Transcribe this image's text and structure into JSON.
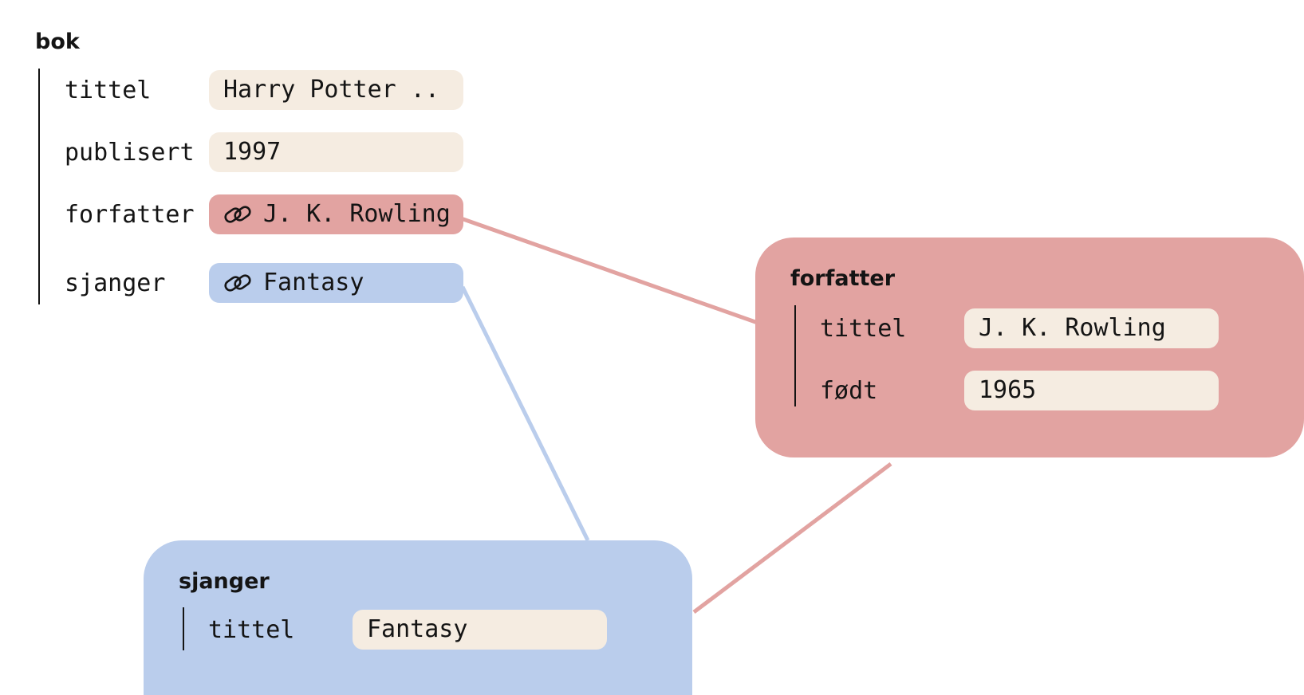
{
  "colors": {
    "field": "#f5ece1",
    "author_accent": "#e2a3a1",
    "genre_accent": "#bacdec",
    "text": "#141414"
  },
  "book": {
    "title": "bok",
    "fields": [
      {
        "label": "tittel",
        "value": "Harry Potter .."
      },
      {
        "label": "publisert",
        "value": "1997"
      },
      {
        "label": "forfatter",
        "value": "J. K. Rowling",
        "icon": "link-icon"
      },
      {
        "label": "sjanger",
        "value": "Fantasy",
        "icon": "link-icon"
      }
    ]
  },
  "author": {
    "title": "forfatter",
    "fields": [
      {
        "label": "tittel",
        "value": "J. K. Rowling"
      },
      {
        "label": "født",
        "value": "1965"
      }
    ]
  },
  "genre": {
    "title": "sjanger",
    "fields": [
      {
        "label": "tittel",
        "value": "Fantasy"
      }
    ]
  }
}
